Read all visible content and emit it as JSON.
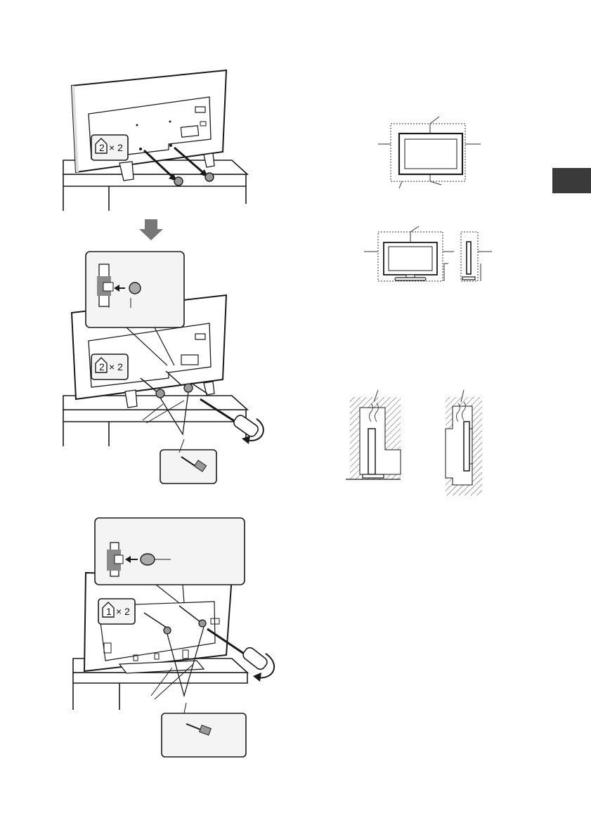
{
  "figures": {
    "step1": {
      "badge_number": "2",
      "count_label": "× 2"
    },
    "step2": {
      "badge_number": "2",
      "count_label": "× 2"
    },
    "step3": {
      "badge_number": "1",
      "count_label": "× 2"
    }
  },
  "section_tab": {
    "color": "#3a3a3a"
  },
  "colors": {
    "line": "#1a1a1a",
    "tv_fill": "#ffffff",
    "box_fill": "#f4f4f4",
    "gray_block": "#8a8a8a",
    "hatch": "#555555"
  },
  "icons": [
    "down-arrow-icon",
    "screwdriver-icon",
    "rotate-arrow-icon",
    "screw-icon",
    "heat-flow-icon"
  ]
}
